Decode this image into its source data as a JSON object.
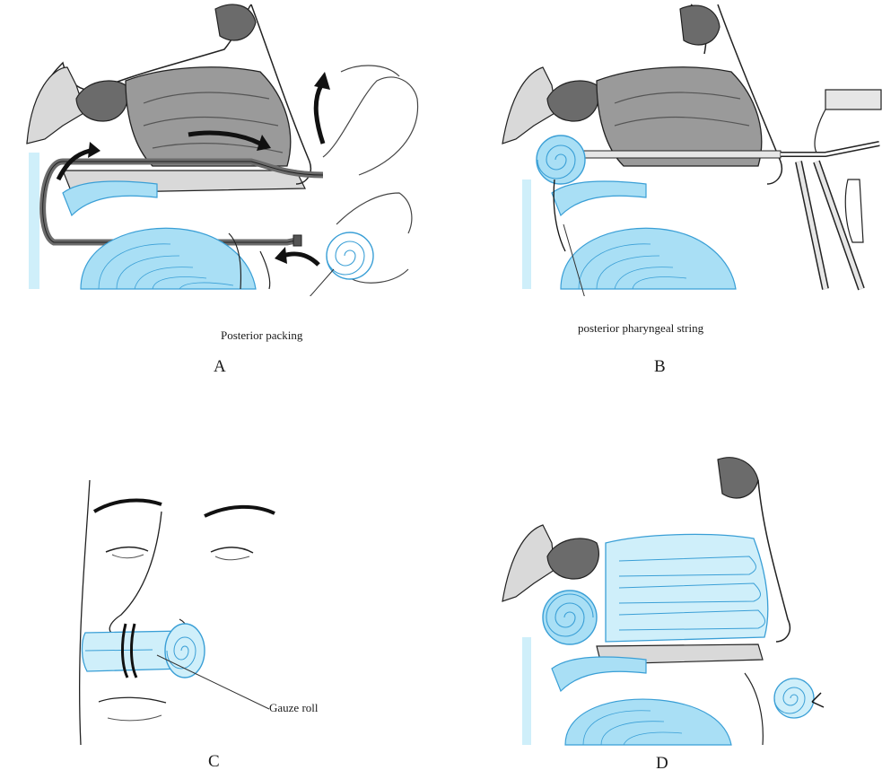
{
  "panels": {
    "a": {
      "letter": "A",
      "label": "Posterior packing"
    },
    "b": {
      "letter": "B",
      "label": "posterior pharyngeal string"
    },
    "c": {
      "letter": "C",
      "label": "Gauze roll"
    },
    "d": {
      "letter": "D"
    }
  },
  "colors": {
    "packing_blue": "#a9dff5",
    "packing_line": "#3a9fd6",
    "tissue_dark": "#6b6b6b",
    "tissue_mid": "#9a9a9a",
    "tissue_light": "#cfcfcf",
    "bone": "#d9d9d9",
    "outline": "#222222"
  }
}
